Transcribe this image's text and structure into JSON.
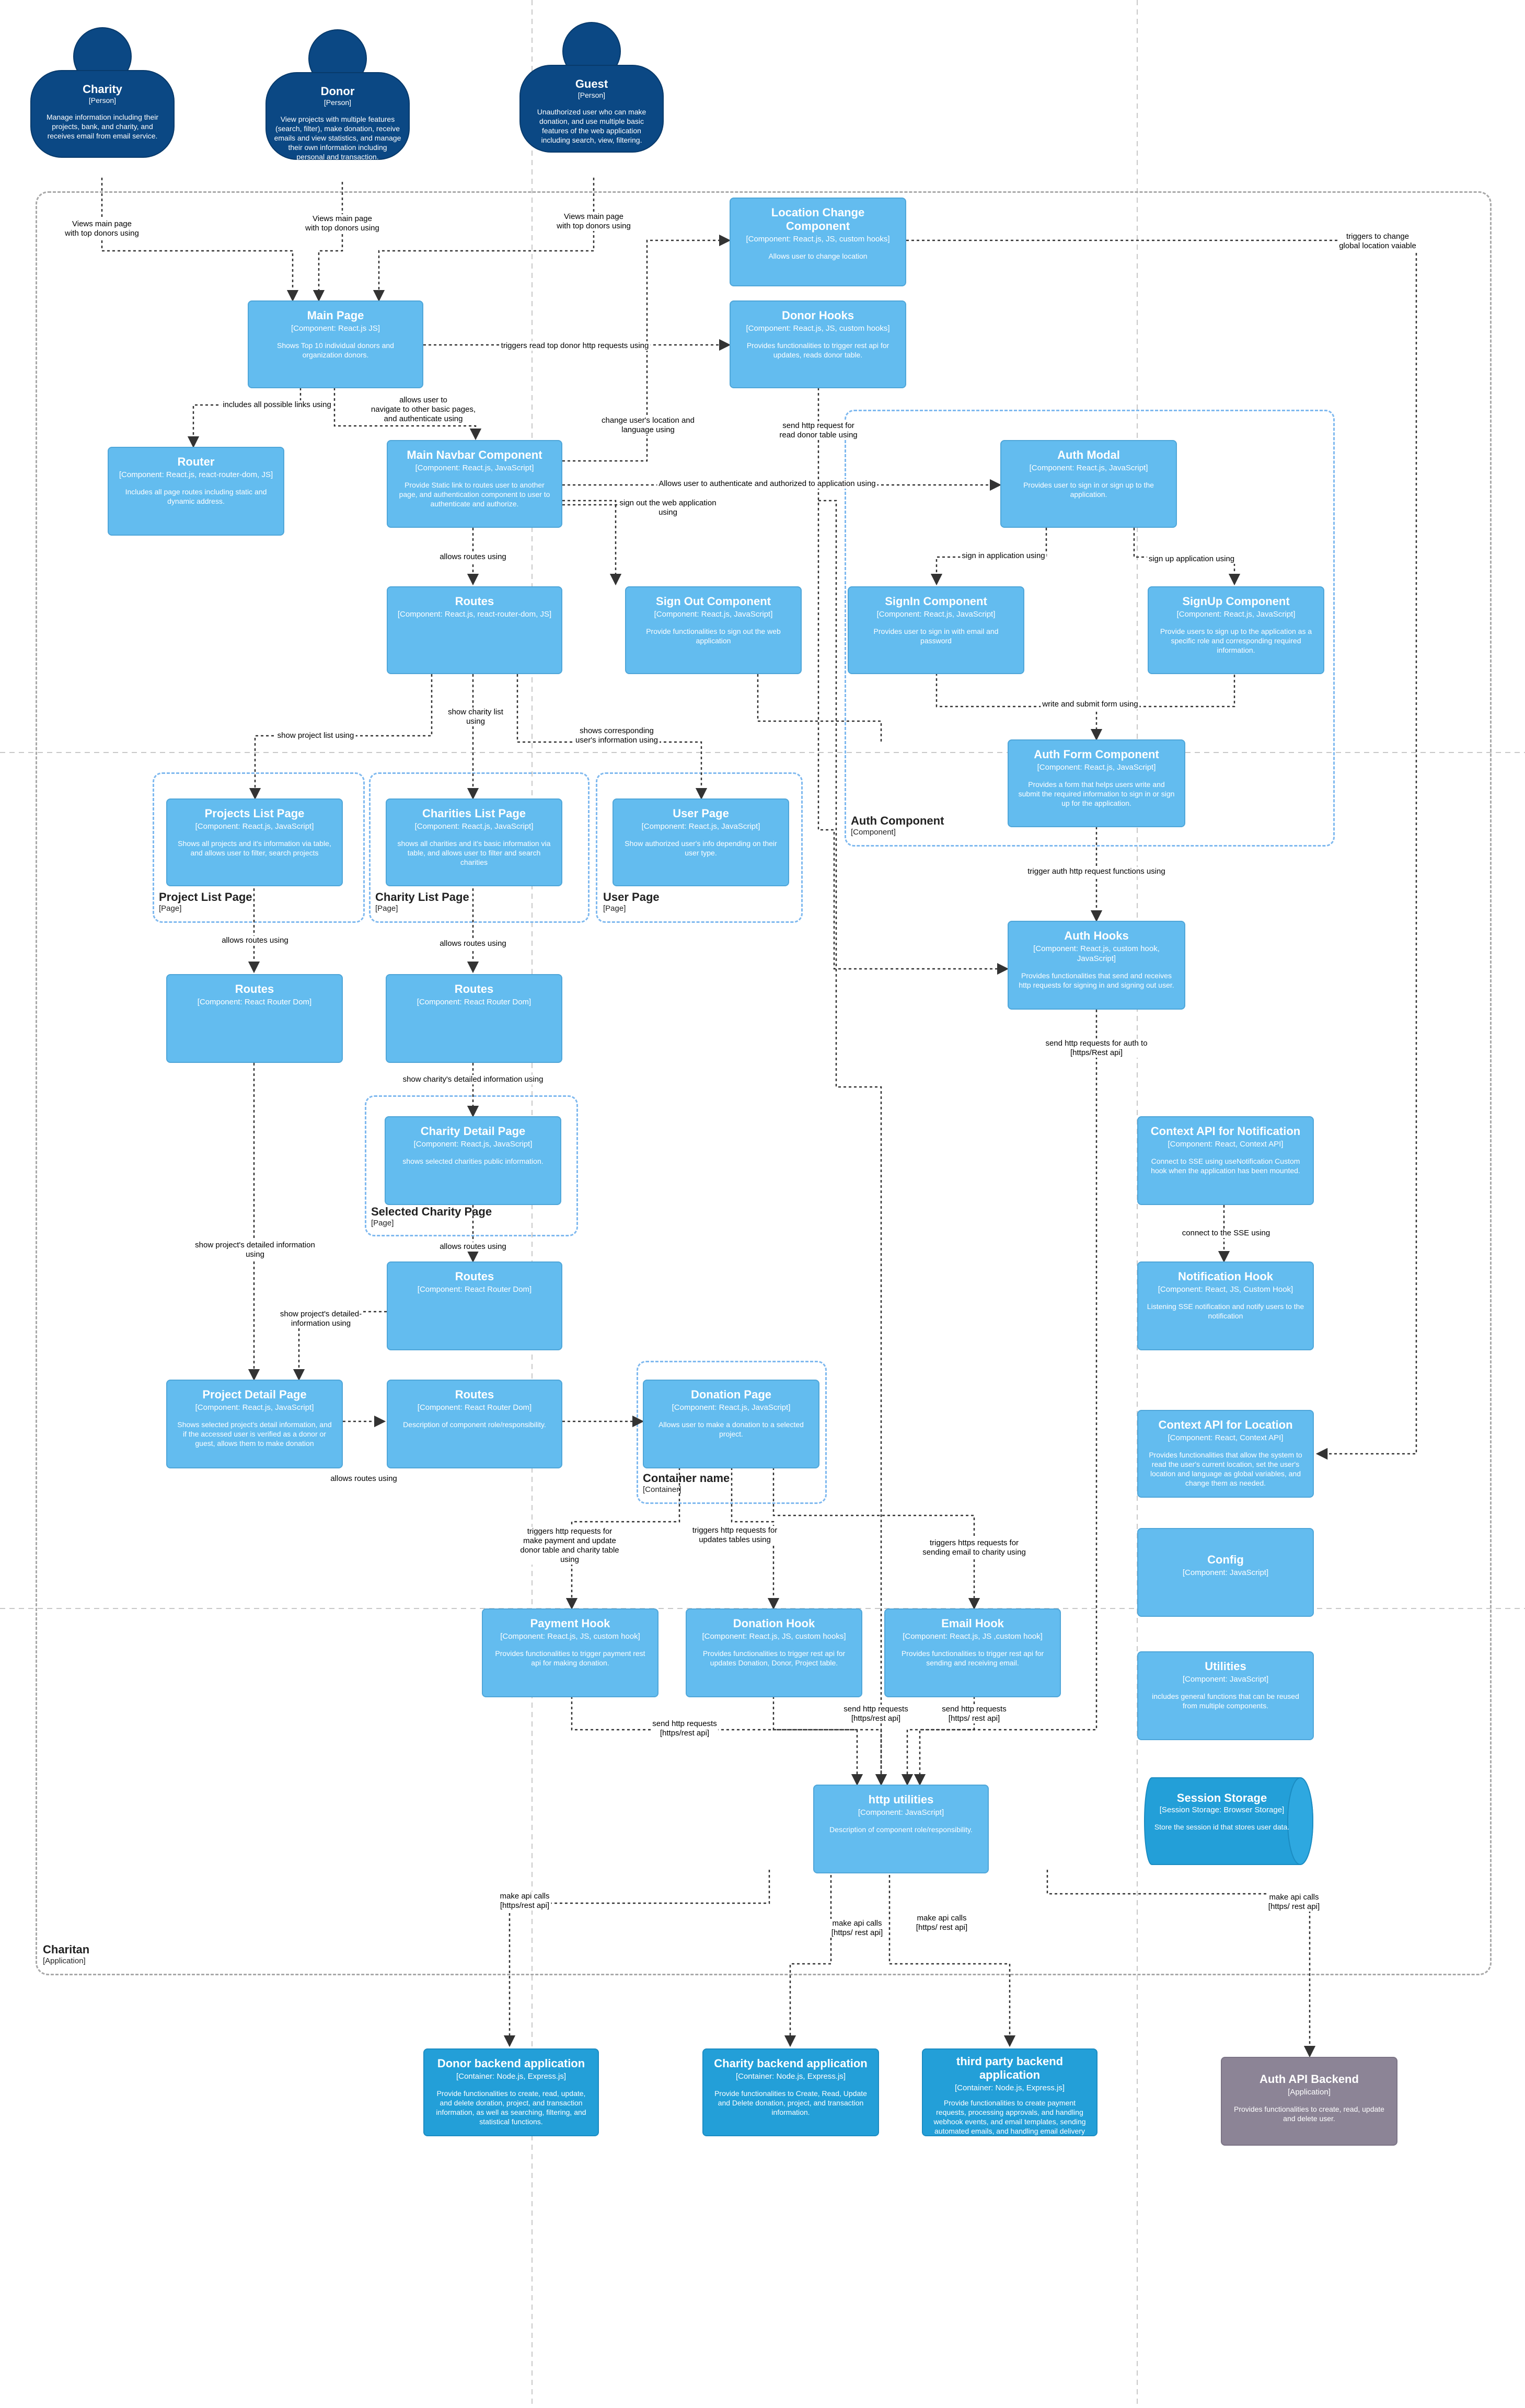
{
  "people": {
    "charity": {
      "title": "Charity",
      "type": "[Person]",
      "desc": "Manage information including their projects, bank, and charity, and receives email from email service."
    },
    "donor": {
      "title": "Donor",
      "type": "[Person]",
      "desc": "View projects with multiple features (search, filter), make donation, receive emails and view statistics, and manage their own information including personal and transaction."
    },
    "guest": {
      "title": "Guest",
      "type": "[Person]",
      "desc": "Unauthorized user who can make donation, and use multiple basic features of the web application including search, view, filtering."
    }
  },
  "components": {
    "location_change": {
      "title": "Location Change Component",
      "type": "[Component: React.js, JS, custom hooks]",
      "desc": "Allows user to change location"
    },
    "donor_hooks": {
      "title": "Donor Hooks",
      "type": "[Component: React.js, JS, custom hooks]",
      "desc": "Provides functionalities to trigger rest api for updates, reads donor table."
    },
    "main_page": {
      "title": "Main Page",
      "type": "[Component: React.js JS]",
      "desc": "Shows Top 10 individual donors and organization donors."
    },
    "router": {
      "title": "Router",
      "type": "[Component: React.js, react-router-dom, JS]",
      "desc": "Includes all page routes including static and dynamic address."
    },
    "navbar": {
      "title": "Main Navbar Component",
      "type": "[Component: React.js, JavaScript]",
      "desc": "Provide Static link to routes user to another page, and authentication component to user to authenticate and authorize."
    },
    "routes_main": {
      "title": "Routes",
      "type": "[Component: React.js, react-router-dom, JS]",
      "desc": ""
    },
    "signout": {
      "title": "Sign Out Component",
      "type": "[Component: React.js, JavaScript]",
      "desc": "Provide functionalities to sign out the web application"
    },
    "auth_modal": {
      "title": "Auth Modal",
      "type": "[Component: React.js, JavaScript]",
      "desc": "Provides user to sign in or sign up to the application."
    },
    "signin": {
      "title": "SignIn Component",
      "type": "[Component: React.js, JavaScript]",
      "desc": "Provides user to sign in with email and password"
    },
    "signup": {
      "title": "SignUp Component",
      "type": "[Component: React.js, JavaScript]",
      "desc": "Provide users to sign up to the application as a specific role and corresponding required information."
    },
    "auth_form": {
      "title": "Auth Form Component",
      "type": "[Component: React.js, JavaScript]",
      "desc": "Provides a form that helps users write and submit the required information to sign in or sign up for the application."
    },
    "projects_list": {
      "title": "Projects List Page",
      "type": "[Component: React.js, JavaScript]",
      "desc": "Shows all projects and it's information via table, and allows user to filter, search projects"
    },
    "charities_list": {
      "title": "Charities List Page",
      "type": "[Component: React.js, JavaScript]",
      "desc": "shows all charities and it's basic information via table, and allows user to filter and search charities"
    },
    "user_page": {
      "title": "User Page",
      "type": "[Component: React.js, JavaScript]",
      "desc": "Show authorized user's info depending on their user type."
    },
    "auth_hooks": {
      "title": "Auth Hooks",
      "type": "[Component: React.js, custom hook, JavaScript]",
      "desc": "Provides functionalities that send and receives http requests for signing in and signing out user."
    },
    "routes_projects": {
      "title": "Routes",
      "type": "[Component: React Router Dom]",
      "desc": ""
    },
    "routes_charities": {
      "title": "Routes",
      "type": "[Component: React Router Dom]",
      "desc": ""
    },
    "charity_detail": {
      "title": "Charity Detail Page",
      "type": "[Component: React.js, JavaScript]",
      "desc": "shows selected charities public information."
    },
    "context_notification": {
      "title": "Context API for Notification",
      "type": "[Component: React, Context API]",
      "desc": "Connect to SSE using useNotification Custom hook when the application has been mounted."
    },
    "notification_hook": {
      "title": "Notification Hook",
      "type": "[Component: React, JS, Custom Hook]",
      "desc": "Listening SSE notification and notify users to the notification"
    },
    "routes_detail": {
      "title": "Routes",
      "type": "[Component: React Router Dom]",
      "desc": ""
    },
    "project_detail": {
      "title": "Project Detail Page",
      "type": "[Component: React.js, JavaScript]",
      "desc": "Shows selected project's detail information, and if the accessed user is verified as a donor or guest, allows them to make donation"
    },
    "routes_donation": {
      "title": "Routes",
      "type": "[Component: React Router Dom]",
      "desc": "Description of component role/responsibility."
    },
    "donation_page": {
      "title": "Donation Page",
      "type": "[Component: React.js, JavaScript]",
      "desc": "Allows user to make a donation to a selected project."
    },
    "context_location": {
      "title": "Context API for Location",
      "type": "[Component: React, Context API]",
      "desc": "Provides functionalities that allow the system to read the user's current location, set the user's location and language as global variables, and change them as needed."
    },
    "config": {
      "title": "Config",
      "type": "[Component: JavaScript]",
      "desc": ""
    },
    "payment_hook": {
      "title": "Payment Hook",
      "type": "[Component: React.js, JS, custom hook]",
      "desc": "Provides functionalities to trigger payment rest api for making donation."
    },
    "donation_hook": {
      "title": "Donation Hook",
      "type": "[Component: React.js, JS, custom hooks]",
      "desc": "Provides functionalities to trigger rest api for updates Donation, Donor, Project table."
    },
    "email_hook": {
      "title": "Email Hook",
      "type": "[Component: React.js, JS ,custom hook]",
      "desc": "Provides functionalities to trigger rest api for sending and receiving email."
    },
    "utilities": {
      "title": "Utilities",
      "type": "[Component: JavaScript]",
      "desc": "includes general functions that can be reused from multiple components."
    },
    "http_utilities": {
      "title": "http utilities",
      "type": "[Component: JavaScript]",
      "desc": "Description of component role/responsibility."
    }
  },
  "storage": {
    "title": "Session Storage",
    "type": "[Session Storage: Browser Storage]",
    "desc": "Store the session id that stores user data."
  },
  "containers": {
    "donor_backend": {
      "title": "Donor backend application",
      "type": "[Container: Node.js, Express.js]",
      "desc": "Provide functionalities to create, read, update, and delete doration, project, and transaction information, as well as searching, filtering, and statistical functions."
    },
    "charity_backend": {
      "title": "Charity backend application",
      "type": "[Container: Node.js, Express.js]",
      "desc": "Provide functionalities to Create, Read, Update and Delete donation, project, and transaction information."
    },
    "third_party_backend": {
      "title": "third party backend application",
      "type": "[Container: Node.js, Express.js]",
      "desc": "Provide functionalities to create payment requests, processing approvals, and handling webhook events, and email templates, sending automated emails, and handling email delivery status."
    },
    "auth_api": {
      "title": "Auth API Backend",
      "type": "[Application]",
      "desc": "Provides functionalities to create, read, update and delete user."
    }
  },
  "groups": {
    "charitan": {
      "title": "Charitan",
      "type": "[Application]"
    },
    "auth_component": {
      "title": "Auth Component",
      "type": "[Component]"
    },
    "project_list_page": {
      "title": "Project List Page",
      "type": "[Page]"
    },
    "charity_list_page": {
      "title": "Charity List Page",
      "type": "[Page]"
    },
    "user_page": {
      "title": "User Page",
      "type": "[Page]"
    },
    "selected_charity_page": {
      "title": "Selected Charity Page",
      "type": "[Page]"
    },
    "container_name": {
      "title": "Container name",
      "type": "[Container]"
    }
  },
  "edges": {
    "charity_views": "Views main page\nwith top donors using",
    "donor_views": "Views main page\nwith top donors using",
    "guest_views": "Views main page\nwith top donors using",
    "read_top_donor": "triggers read top donor http requests using",
    "change_global_location": "triggers to change\nglobal location vaiable",
    "includes_links": "includes all possible links using",
    "navigate_basic": "allows user to\nnavigate to other basic pages,\nand authenticate using",
    "change_location_language": "change user's location and\nlanguage using",
    "read_donor_table": "send http request for\nread donor table using",
    "authenticate_authorize": "Allows user to authenticate and authorized to application using",
    "sign_out": "sign out the web application\nusing",
    "allows_routes_1": "allows routes using",
    "sign_in_app": "sign in application using",
    "sign_up_app": "sign up application using",
    "write_submit": "write and submit form using",
    "show_project_list": "show project list using",
    "show_charity_list": "show charity list\nusing",
    "shows_user_info": "shows corresponding\nuser's information using",
    "trigger_auth_http": "trigger auth http request functions using",
    "allows_routes_2": "allows routes using",
    "allows_routes_3": "allows routes using",
    "auth_rest_api": "send http requests for auth to\n[https/Rest api]",
    "show_charity_detail": "show charity's detailed information using",
    "connect_sse": "connect to the SSE using",
    "allows_routes_4": "allows routes using",
    "show_project_detail": "show project's detailed information\nusing",
    "show_project_detail_2": "show project's detailed-\ninformation using",
    "allows_routes_5": "allows routes using",
    "trigger_payment": "triggers http requests for\nmake payment and update\ndonor table and charity table\nusing",
    "trigger_updates": "triggers http requests for\nupdates tables using",
    "trigger_email": "triggers https requests for\nsending email to charity using",
    "payment_http": "send http requests\n[https/rest api]",
    "donation_http": "send http requests\n[https/rest api]",
    "email_http": "send http requests\n[https/ rest api]",
    "donor_api_calls": "make api calls\n[https/rest api]",
    "charity_api_calls": "make api calls\n[https/ rest api]",
    "third_party_api_calls": "make api calls\n[https/ rest api]",
    "auth_api_calls": "make api calls\n[https/ rest api]"
  },
  "colors": {
    "component": "#63bcef",
    "container": "#239fd8",
    "person": "#0b4884",
    "external": "#8c8496",
    "group_border": "#7fb9ef",
    "edge": "#333333"
  }
}
